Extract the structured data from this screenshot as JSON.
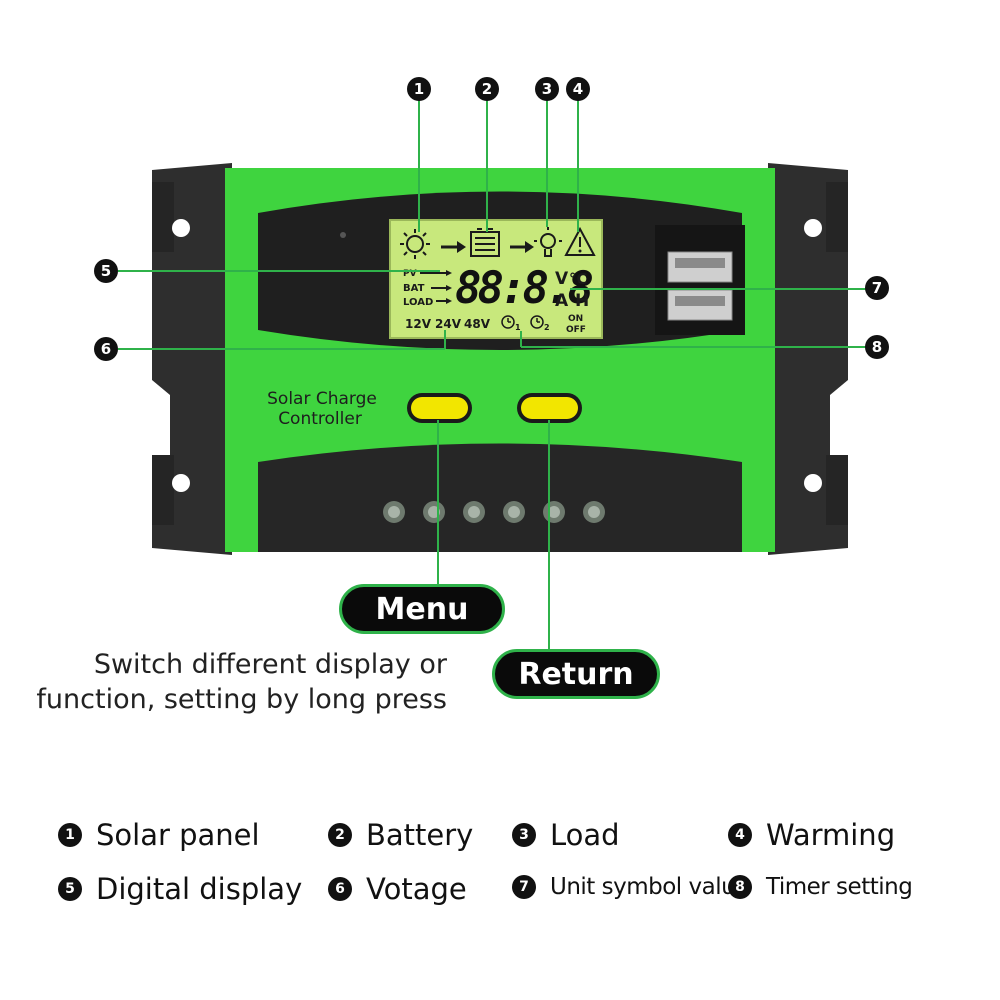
{
  "device": {
    "label_line1": "Solar Charge",
    "label_line2": "Controller",
    "body_color": "#3fd43f",
    "shell_color": "#2b2b2b",
    "lcd_color": "#c8e87c",
    "button_color": "#f2e600"
  },
  "lcd": {
    "pv": "PV",
    "bat": "BAT",
    "load": "LOAD",
    "digits": "88:8.8",
    "unit_v": "V",
    "unit_c": "°C",
    "unit_a": "A",
    "unit_h": "H",
    "v12": "12V",
    "v24": "24V",
    "v48": "48V",
    "on": "ON",
    "off": "OFF",
    "timer1_sub": "1",
    "timer2_sub": "2"
  },
  "callouts": {
    "n1": "1",
    "n2": "2",
    "n3": "3",
    "n4": "4",
    "n5": "5",
    "n6": "6",
    "n7": "7",
    "n8": "8"
  },
  "buttons": {
    "menu": "Menu",
    "return": "Return",
    "menu_desc_line1": "Switch different display or",
    "menu_desc_line2": "function, setting by long press"
  },
  "legend": [
    {
      "num": "1",
      "label": "Solar panel"
    },
    {
      "num": "2",
      "label": "Battery"
    },
    {
      "num": "3",
      "label": "Load"
    },
    {
      "num": "4",
      "label": "Warming"
    },
    {
      "num": "5",
      "label": "Digital display"
    },
    {
      "num": "6",
      "label": "Votage"
    },
    {
      "num": "7",
      "label": "Unit symbol value"
    },
    {
      "num": "8",
      "label": "Timer setting"
    }
  ]
}
